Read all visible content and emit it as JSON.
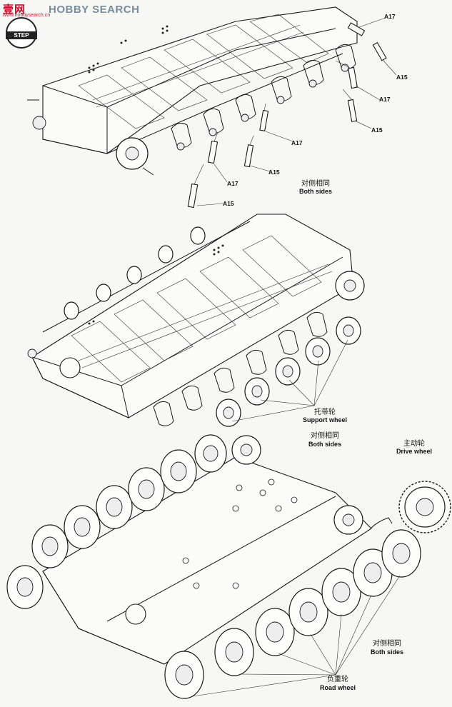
{
  "watermark": {
    "logo": "壹网",
    "logo_sub": "www.hobbysearch.cn",
    "site": "HOBBY SEARCH"
  },
  "step": {
    "label": "STEP"
  },
  "section1": {
    "parts": [
      "A17",
      "A15",
      "A17",
      "A15",
      "A17",
      "A15",
      "A17",
      "A15"
    ],
    "note_cn": "对侧相同",
    "note_en": "Both sides"
  },
  "section2": {
    "label_cn": "托带轮",
    "label_en": "Support wheel",
    "note_cn": "对侧相同",
    "note_en": "Both sides"
  },
  "section3": {
    "drive_cn": "主动轮",
    "drive_en": "Drive wheel",
    "note_cn": "对侧相同",
    "note_en": "Both sides",
    "road_cn": "负重轮",
    "road_en": "Road wheel"
  },
  "colors": {
    "logo_red": "#c8102e",
    "site_gray": "#7a8d9c",
    "ink": "#1a1a1a"
  }
}
